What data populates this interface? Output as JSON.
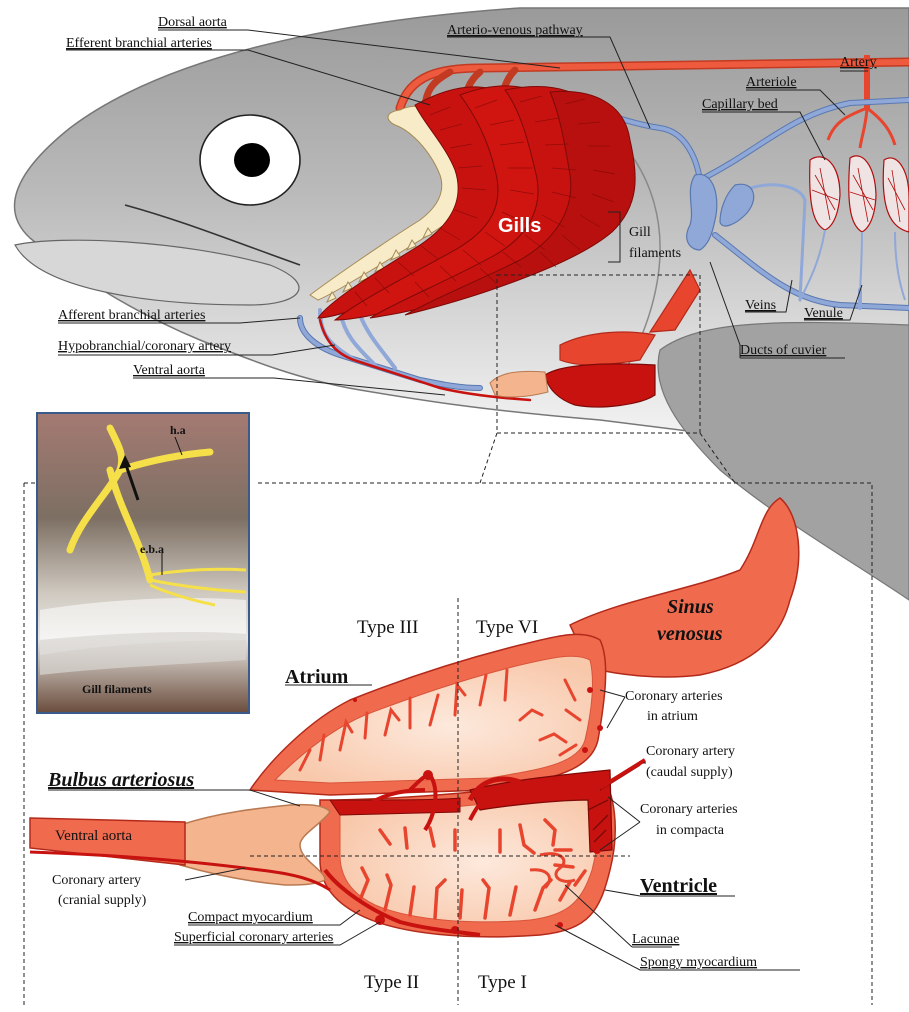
{
  "labels": {
    "dorsal_aorta": "Dorsal aorta",
    "efferent_branchial": "Efferent branchial arteries",
    "arterio_venous": "Arterio-venous pathway",
    "artery": "Artery",
    "arteriole": "Arteriole",
    "capillary_bed": "Capillary bed",
    "gills": "Gills",
    "gill_filaments_1": "Gill",
    "gill_filaments_2": "filaments",
    "veins": "Veins",
    "venule": "Venule",
    "afferent_branchial": "Afferent branchial arteries",
    "hypobranchial": "Hypobranchial/coronary artery",
    "ventral_aorta_top": "Ventral aorta",
    "ducts_of_cuvier": "Ducts of cuvier",
    "photo_ha": "h.a",
    "photo_eba": "e.b.a",
    "photo_gill_filaments": "Gill filaments",
    "type_iii": "Type III",
    "type_vi": "Type VI",
    "type_ii": "Type II",
    "type_i": "Type I",
    "sinus_venosus_1": "Sinus",
    "sinus_venosus_2": "venosus",
    "atrium": "Atrium",
    "coronary_atrium_1": "Coronary arteries",
    "coronary_atrium_2": "in atrium",
    "coronary_caudal_1": "Coronary artery",
    "coronary_caudal_2": "(caudal supply)",
    "coronary_compacta_1": "Coronary arteries",
    "coronary_compacta_2": "in compacta",
    "bulbus_arteriosus": "Bulbus arteriosus",
    "ventral_aorta_bottom": "Ventral aorta",
    "coronary_cranial_1": "Coronary artery",
    "coronary_cranial_2": "(cranial supply)",
    "ventricle": "Ventricle",
    "compact_myocardium": "Compact myocardium",
    "superficial_coronary": "Superficial coronary arteries",
    "lacunae": "Lacunae",
    "spongy_myocardium": "Spongy myocardium"
  },
  "colors": {
    "artery_red": "#e8452f",
    "gill_red": "#c8120f",
    "vein_blue": "#8fa8d8",
    "fish_gray": "#b4b4b4",
    "tissue_peach": "#fbd9c4",
    "bulbus_tan": "#f3b48e",
    "dark_red": "#b30d0d"
  }
}
